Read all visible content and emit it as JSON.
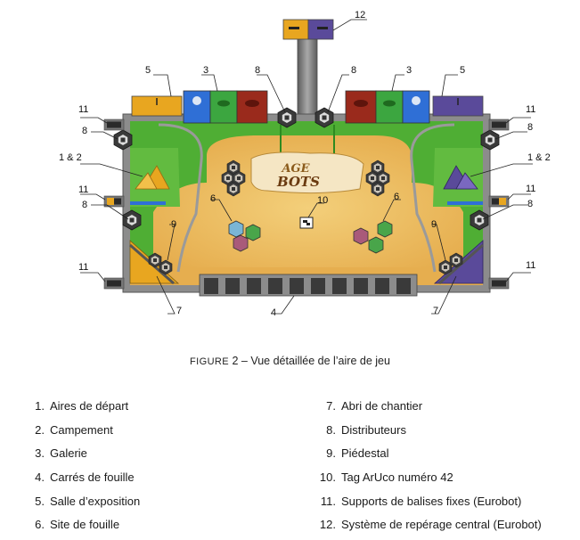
{
  "caption": {
    "prefix_small_caps": "FIGURE",
    "rest": " 2 – Vue détaillée de l’aire de jeu"
  },
  "callouts": {
    "c12": "12",
    "c5_left": "5",
    "c3_left": "3",
    "c8_top_left": "8",
    "c8_top_right": "8",
    "c3_right": "3",
    "c5_right": "5",
    "c11_left_top": "11",
    "c8_left_top": "8",
    "c1and2_left": "1 & 2",
    "c11_left_mid": "11",
    "c8_left_mid": "8",
    "c9_left": "9",
    "c11_left_bottom": "11",
    "c7_left": "7",
    "c11_right_top": "11",
    "c8_right_top": "8",
    "c1and2_right": "1 & 2",
    "c11_right_mid": "11",
    "c8_right_mid": "8",
    "c9_right": "9",
    "c11_right_bottom": "11",
    "c7_right": "7",
    "c6_left": "6",
    "c6_right": "6",
    "c10": "10",
    "c4": "4"
  },
  "logo": {
    "line1": "AGE",
    "line2": "BOTS"
  },
  "legend": {
    "left": [
      {
        "num": "1.",
        "label": "Aires de départ"
      },
      {
        "num": "2.",
        "label": "Campement"
      },
      {
        "num": "3.",
        "label": "Galerie"
      },
      {
        "num": "4.",
        "label": "Carrés de fouille"
      },
      {
        "num": "5.",
        "label": "Salle d’exposition"
      },
      {
        "num": "6.",
        "label": "Site de fouille"
      }
    ],
    "right": [
      {
        "num": "7.",
        "label": "Abri de chantier"
      },
      {
        "num": "8.",
        "label": "Distributeurs"
      },
      {
        "num": "9.",
        "label": "Piédestal"
      },
      {
        "num": "10.",
        "label": "Tag ArUco numéro 42"
      },
      {
        "num": "11.",
        "label": "Supports de balises fixes (Eurobot)"
      },
      {
        "num": "12.",
        "label": "Système de repérage central (Eurobot)"
      }
    ]
  },
  "colors": {
    "yellow_team": "#e8a620",
    "purple_team": "#5a4a9a",
    "grass": "#5cb83a",
    "sand": "#eec070",
    "gallery_blue": "#2f6fd6",
    "gallery_green": "#3ca640",
    "gallery_red": "#9a2a1c",
    "frame_gray": "#7d7d7d"
  }
}
